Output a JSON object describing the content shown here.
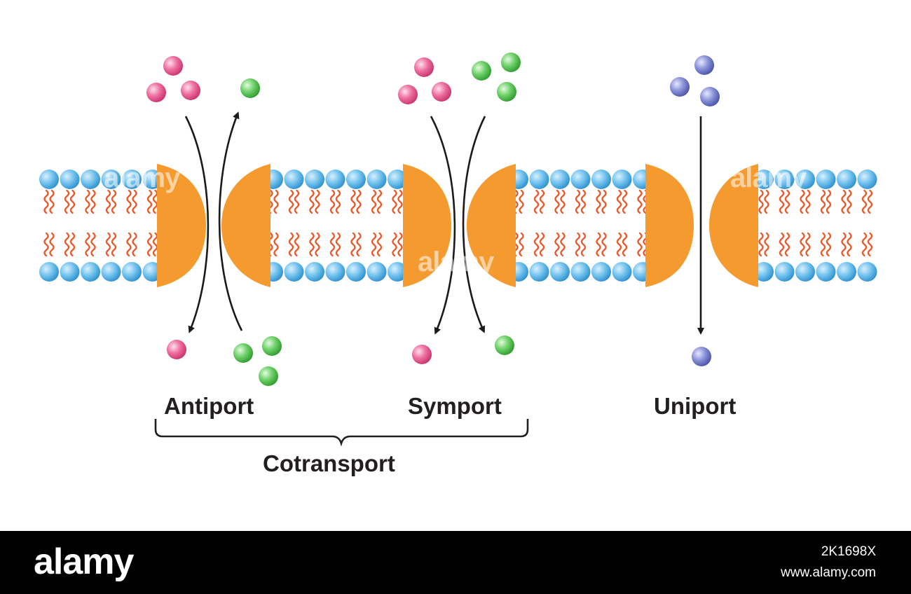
{
  "labels": {
    "antiport": "Antiport",
    "symport": "Symport",
    "uniport": "Uniport",
    "cotransport": "Cotransport"
  },
  "colors": {
    "background": "#ffffff",
    "lipid_head": "#49a9e0",
    "lipid_tail": "#e85a2c",
    "protein": "#f59a2e",
    "pink_molecule": "#e8488a",
    "green_molecule": "#4cc04a",
    "blue_molecule": "#6b74c4",
    "arrow": "#1a1a1a",
    "footer": "#000000"
  },
  "watermark": "alamy",
  "footer": {
    "logo": "alamy",
    "image_id": "2K1698X",
    "site": "www.alamy.com"
  }
}
